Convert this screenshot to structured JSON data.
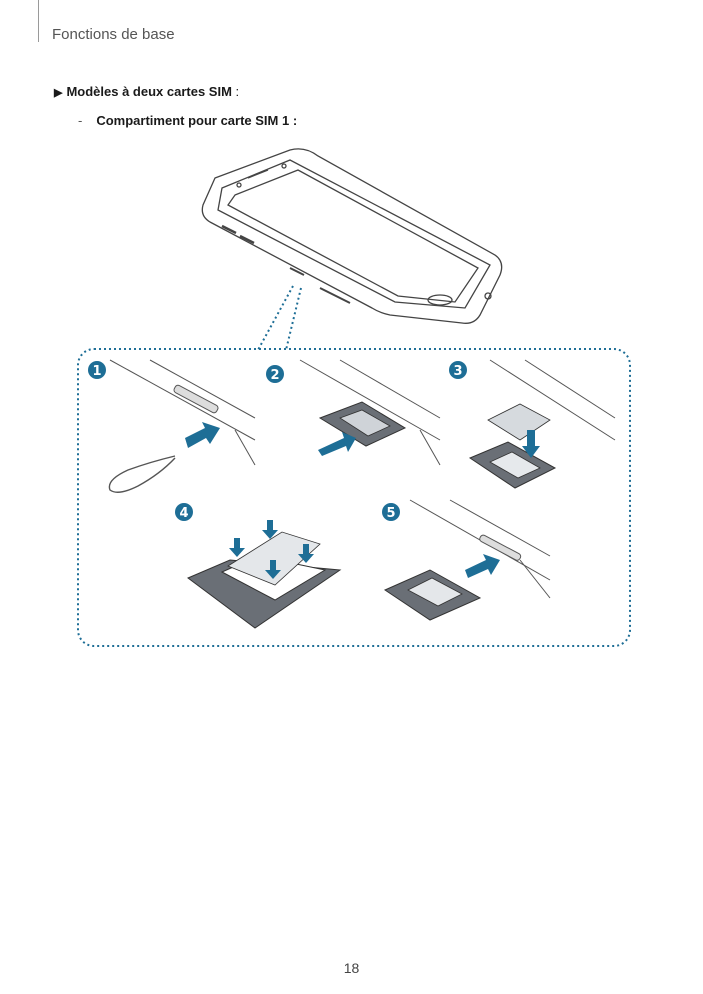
{
  "header": {
    "title": "Fonctions de base"
  },
  "section": {
    "bullet_label": "Modèles à deux cartes SIM",
    "bullet_suffix": " :",
    "sub_dash": "-",
    "sub_label": "Compartiment pour carte SIM 1 :"
  },
  "steps": [
    "1",
    "2",
    "3",
    "4",
    "5"
  ],
  "colors": {
    "accent_arrow": "#1e6e96",
    "badge": "#1e6e96",
    "dotted_frame": "#1e6e96",
    "tray": "#5a5f66"
  },
  "page": {
    "number": "18"
  }
}
